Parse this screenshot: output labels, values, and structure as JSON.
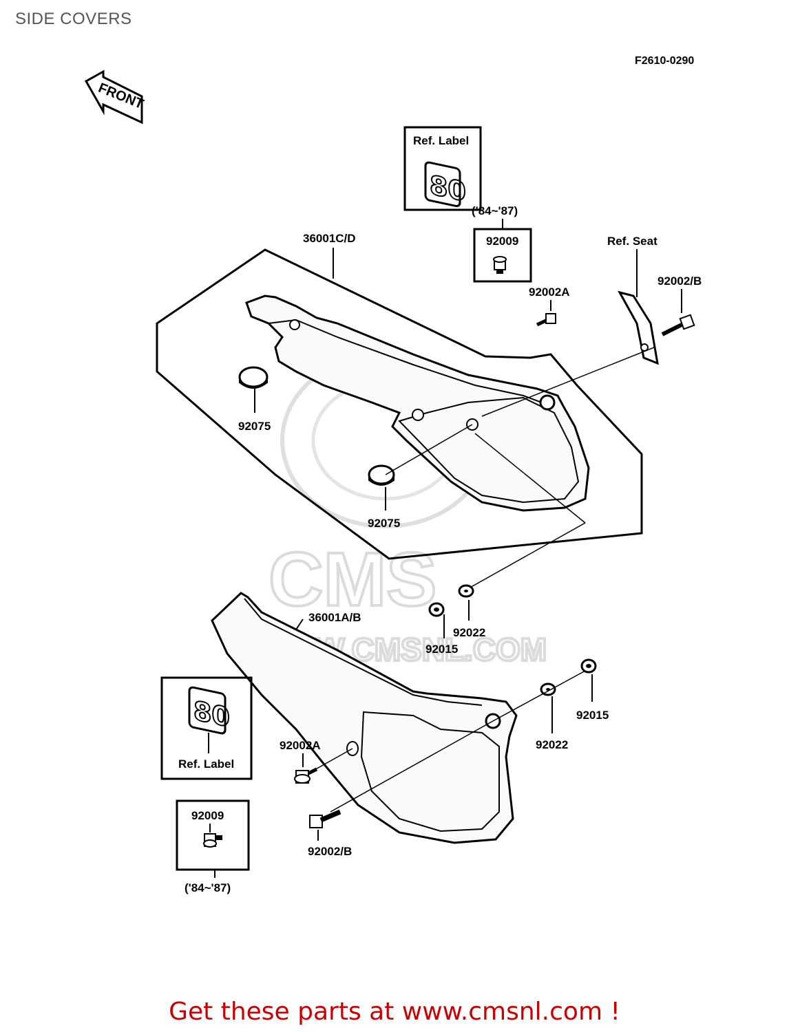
{
  "page": {
    "title": "SIDE COVERS",
    "diagram_code": "F2610-0290",
    "footer_link": "Get these parts at www.cmsnl.com !"
  },
  "watermark": {
    "brand": "CMS",
    "url": "WWW.CMSNL.COM"
  },
  "orientation": {
    "label": "FRONT"
  },
  "labels": {
    "ref_label_top": "Ref. Label",
    "years_top": "('84~'87)",
    "part_92009_top": "92009",
    "part_36001cd": "36001C/D",
    "ref_seat": "Ref. Seat",
    "part_92002b_top": "92002/B",
    "part_92002a_top": "92002A",
    "part_92075_left": "92075",
    "part_92075_mid": "92075",
    "part_36001ab": "36001A/B",
    "part_92022_mid": "92022",
    "part_92015_mid": "92015",
    "part_92015_right": "92015",
    "part_92022_right": "92022",
    "part_92002a_bottom": "92002A",
    "ref_label_bottom": "Ref. Label",
    "part_92002b_bottom": "92002/B",
    "part_92009_bottom": "92009",
    "years_bottom": "('84~'87)",
    "badge_number": "80"
  }
}
